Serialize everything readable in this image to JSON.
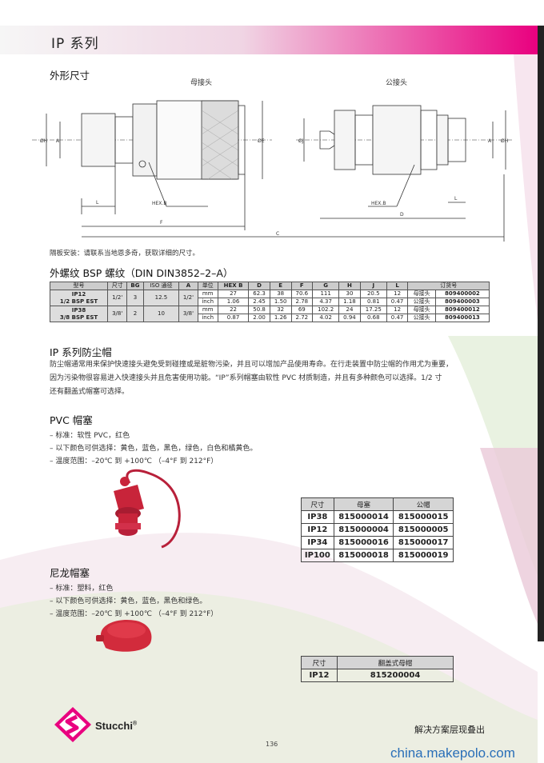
{
  "header": {
    "title": "IP 系列"
  },
  "outline": {
    "heading": "外形尺寸",
    "female_label": "母接头",
    "male_label": "公接头",
    "dim_labels": {
      "bh": "ØH",
      "a": "A",
      "e": "ØE",
      "hex": "HEX.B",
      "l": "L",
      "f": "F",
      "c": "C",
      "j": "ØJ",
      "a2": "A",
      "bh2": "ØH",
      "hex2": "HEX.B",
      "d": "D",
      "l2": "L"
    }
  },
  "note": "隔板安装：请联系当地恩多奇，获取详细的尺寸。",
  "spec_table": {
    "heading": "外螺纹 BSP 螺纹（DIN DIN3852–2–A）",
    "headers": [
      "型号",
      "尺寸",
      "BG",
      "ISO 通径",
      "A",
      "单位",
      "HEX B",
      "D",
      "E",
      "F",
      "G",
      "H",
      "J",
      "L",
      "订货号"
    ],
    "groups": [
      {
        "model": "IP12",
        "model2": "1/2 BSP EST",
        "size": "1/2'",
        "bg": "3",
        "iso": "12.5",
        "a": "1/2'",
        "rows": [
          {
            "unit": "mm",
            "hex": "27",
            "d": "62.3",
            "e": "38",
            "f": "70.6",
            "g": "111",
            "h": "30",
            "j": "20.5",
            "l": "12",
            "type": "母接头",
            "order": "809400002"
          },
          {
            "unit": "inch",
            "hex": "1.06",
            "d": "2.45",
            "e": "1.50",
            "f": "2.78",
            "g": "4.37",
            "h": "1.18",
            "j": "0.81",
            "l": "0.47",
            "type": "公接头",
            "order": "809400003"
          }
        ]
      },
      {
        "model": "IP38",
        "model2": "3/8 BSP EST",
        "size": "3/8'",
        "bg": "2",
        "iso": "10",
        "a": "3/8'",
        "rows": [
          {
            "unit": "mm",
            "hex": "22",
            "d": "50.8",
            "e": "32",
            "f": "69",
            "g": "102.2",
            "h": "24",
            "j": "17.25",
            "l": "12",
            "type": "母接头",
            "order": "809400012"
          },
          {
            "unit": "inch",
            "hex": "0.87",
            "d": "2.00",
            "e": "1.26",
            "f": "2.72",
            "g": "4.02",
            "h": "0.94",
            "j": "0.68",
            "l": "0.47",
            "type": "公接头",
            "order": "809400013"
          }
        ]
      }
    ]
  },
  "dust_cap": {
    "heading": "IP 系列防尘帽",
    "lines": [
      "防尘帽通常用来保护快速接头避免受到碰撞或是脏物污染，并且可以增加产品使用寿命。在行走装置中防尘帽的作用尤为重要，",
      "因为污染物很容易进入快速接头并且危害使用功能。“IP”系列帽塞由软性 PVC 材质制造，并且有多种颜色可以选择。1/2 寸",
      "还有翻盖式帽塞可选择。"
    ]
  },
  "pvc": {
    "heading": "PVC 帽塞",
    "items": [
      "– 标准：软性 PVC，红色",
      "– 以下颜色可供选择：黄色，蓝色，黑色，绿色，白色和橘黄色。",
      "– 温度范围：–20℃ 到 +100℃ （–4°F 到 212°F）"
    ]
  },
  "pvc_table": {
    "headers": [
      "尺寸",
      "母塞",
      "公帽"
    ],
    "rows": [
      [
        "IP38",
        "815000014",
        "815000015"
      ],
      [
        "IP12",
        "815000004",
        "815000005"
      ],
      [
        "IP34",
        "815000016",
        "815000017"
      ],
      [
        "IP100",
        "815000018",
        "815000019"
      ]
    ]
  },
  "nylon": {
    "heading": "尼龙帽塞",
    "items": [
      "– 标准：塑料，红色",
      "– 以下颜色可供选择：黄色，蓝色，黑色和绿色。",
      "– 温度范围：–20℃ 到 +100℃ （–4°F 到 212°F）"
    ]
  },
  "flip_table": {
    "headers": [
      "尺寸",
      "翻盖式母帽"
    ],
    "rows": [
      [
        "IP12",
        "815200004"
      ]
    ]
  },
  "footer": {
    "brand": "Stucchi",
    "reg": "®",
    "slogan": "解决方案层现叠出",
    "page": "136",
    "watermark": "china.makepolo.com"
  },
  "colors": {
    "accent": "#e9007f",
    "cap_red": "#c8243a",
    "watermark": "#2a6fb8"
  }
}
